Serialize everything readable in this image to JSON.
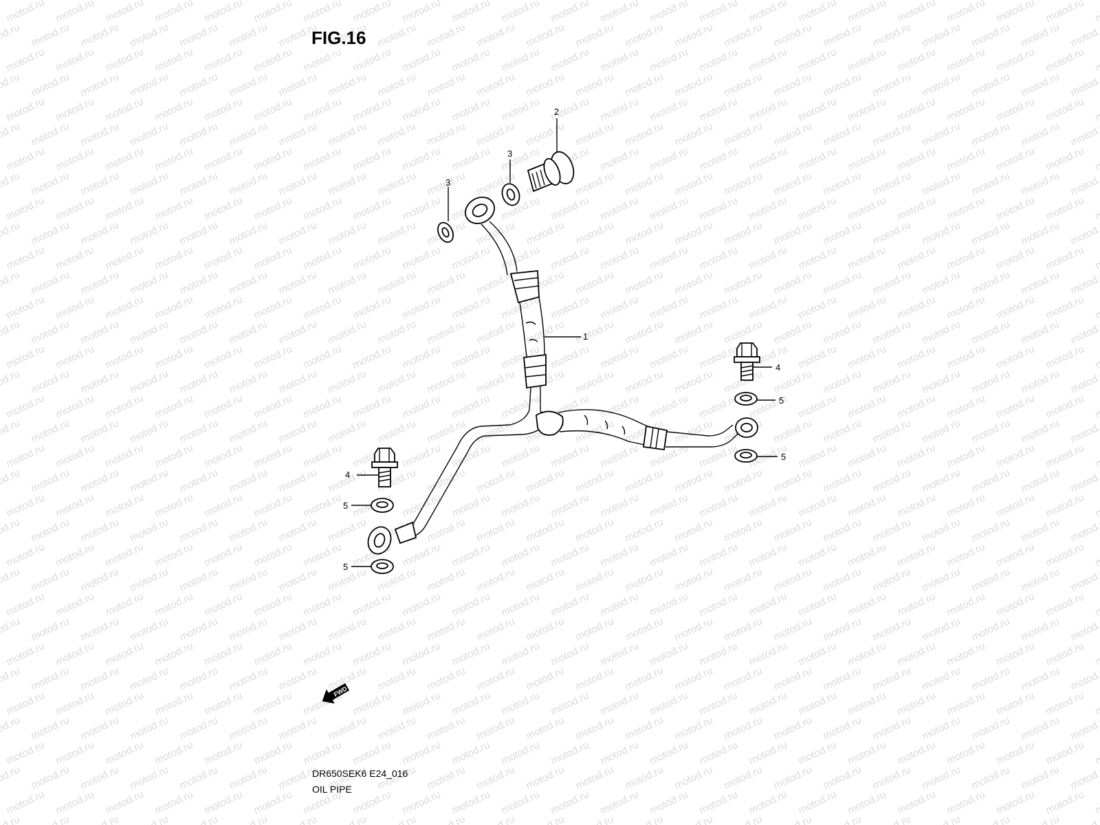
{
  "figure": {
    "title": "FIG.16"
  },
  "callouts": {
    "hose": "1",
    "union_bolt": "2",
    "gasket_top_right": "3",
    "gasket_top_left": "3",
    "bolt_left": "4",
    "bolt_right": "4",
    "washer_left_upper": "5",
    "washer_left_lower": "5",
    "washer_right_upper": "5",
    "washer_right_lower": "5"
  },
  "fwd_marker": {
    "label": "FWD",
    "icon": "forward-arrow-icon"
  },
  "watermark": {
    "text": "motod.ru",
    "color": "#d9d9d9"
  },
  "footer": {
    "diagram_code": "DR650SEK6 E24_016",
    "diagram_name": "OIL PIPE"
  }
}
